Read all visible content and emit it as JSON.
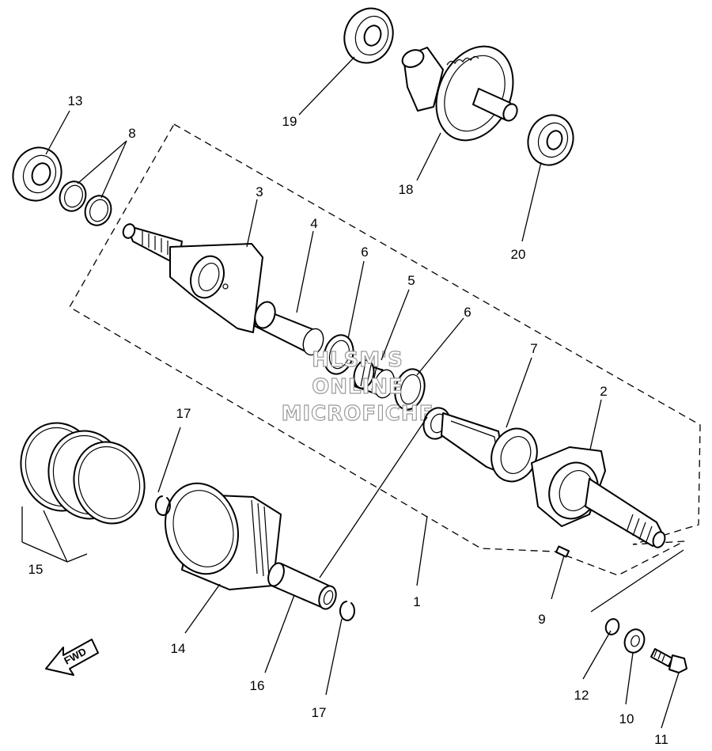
{
  "diagram": {
    "callouts": [
      "1",
      "2",
      "3",
      "4",
      "5",
      "6",
      "6",
      "7",
      "8",
      "9",
      "10",
      "11",
      "12",
      "13",
      "14",
      "15",
      "16",
      "17",
      "17",
      "18",
      "19",
      "20"
    ],
    "watermark": [
      "HLSM'S",
      "ONLINE",
      "MICROFICHE"
    ],
    "direction_label": "FWD"
  }
}
